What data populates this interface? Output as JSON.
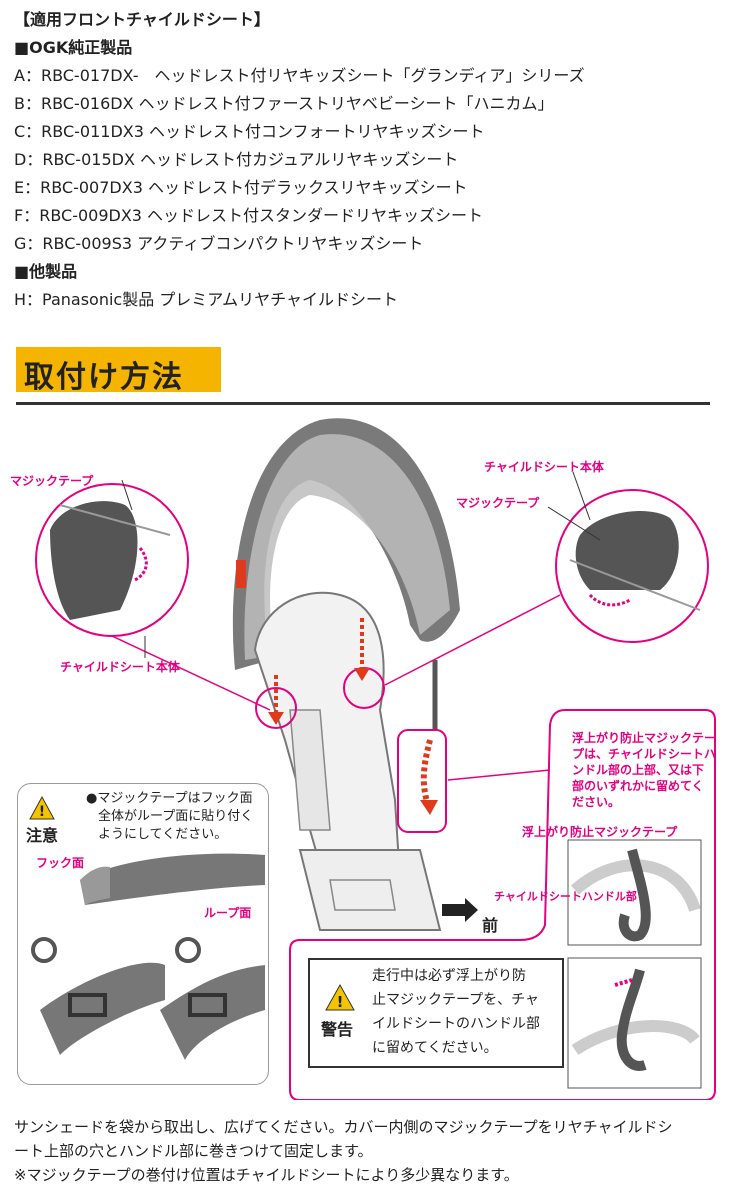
{
  "list": {
    "title": "【適用フロントチャイルドシート】",
    "ogk_heading": "■OGK純正製品",
    "items": [
      "A：RBC-017DX-　ヘッドレスト付リヤキッズシート「グランディア」シリーズ",
      "B：RBC-016DX ヘッドレスト付ファーストリヤベビーシート「ハニカム」",
      "C：RBC-011DX3 ヘッドレスト付コンフォートリヤキッズシート",
      "D：RBC-015DX ヘッドレスト付カジュアルリヤキッズシート",
      "E：RBC-007DX3 ヘッドレスト付デラックスリヤキッズシート",
      "F：RBC-009DX3 ヘッドレスト付スタンダードリヤキッズシート",
      "G：RBC-009S3 アクティブコンパクトリヤキッズシート"
    ],
    "other_heading": "■他製品",
    "other_items": [
      "H：Panasonic製品 プレミアムリヤチャイルドシート"
    ]
  },
  "section": {
    "title": "取付け方法"
  },
  "diagram": {
    "left_magic": "マジックテープ",
    "left_body": "チャイルドシート本体",
    "right_body": "チャイルドシート本体",
    "right_magic": "マジックテープ",
    "float_note": [
      "浮上がり防止マジックテー",
      "プは、チャイルドシートハ",
      "ンドル部の上部、又は下",
      "部のいずれかに留めてく",
      "ださい。"
    ],
    "float_label": "浮上がり防止マジックテープ",
    "handle_label": "チャイルドシートハンドル部",
    "forward": "前",
    "caution_title": "注意",
    "caution_lines": [
      "●マジックテープはフック面",
      "全体がループ面に貼り付く",
      "ようにしてください。"
    ],
    "hook_label": "フック面",
    "loop_label": "ループ面",
    "warning_title": "警告",
    "warning_lines": [
      "走行中は必ず浮上がり防",
      "止マジックテープを、チャ",
      "イルドシートのハンドル部",
      "に留めてください。"
    ]
  },
  "bottom": {
    "lines": [
      "サンシェードを袋から取出し、広げてください。カバー内側のマジックテープをリヤチャイルドシ",
      "ート上部の穴とハンドル部に巻きつけて固定します。",
      "※マジックテープの巻付け位置はチャイルドシートにより多少異なります。"
    ]
  },
  "colors": {
    "accent": "#e4007f",
    "heading_bg": "#f5b400",
    "arrow": "#e03a1e"
  }
}
